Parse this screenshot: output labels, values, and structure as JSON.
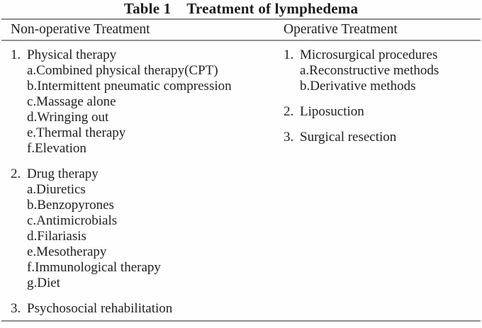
{
  "page": {
    "background": "#fefefe",
    "text_color": "#222222",
    "rule_color": "#909090"
  },
  "table": {
    "title_label": "Table 1",
    "title_text": "Treatment of lymphedema",
    "columns": [
      {
        "header": "Non-operative Treatment",
        "groups": [
          {
            "number": "1.",
            "label": "Physical therapy",
            "subitems": [
              "a.Combined physical therapy(CPT)",
              "b.Intermittent pneumatic compression",
              "c.Massage alone",
              "d.Wringing out",
              "e.Thermal therapy",
              "f.Elevation"
            ]
          },
          {
            "number": "2.",
            "label": "Drug therapy",
            "subitems": [
              "a.Diuretics",
              "b.Benzopyrones",
              "c.Antimicrobials",
              "d.Filariasis",
              "e.Mesotherapy",
              "f.Immunological therapy",
              "g.Diet"
            ]
          },
          {
            "number": "3.",
            "label": "Psychosocial rehabilitation",
            "subitems": []
          }
        ]
      },
      {
        "header": "Operative Treatment",
        "groups": [
          {
            "number": "1.",
            "label": "Microsurgical procedures",
            "subitems": [
              "a.Reconstructive methods",
              "b.Derivative methods"
            ]
          },
          {
            "number": "2.",
            "label": "Liposuction",
            "subitems": []
          },
          {
            "number": "3.",
            "label": "Surgical resection",
            "subitems": []
          }
        ]
      }
    ]
  }
}
